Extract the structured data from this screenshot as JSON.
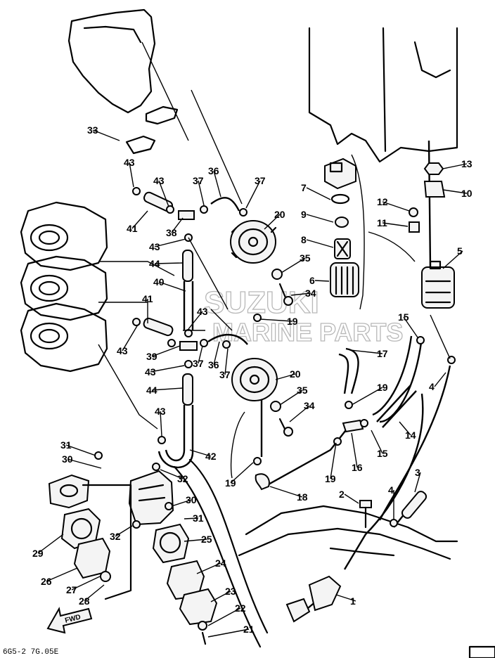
{
  "watermark": {
    "line1": "SUZUKI",
    "line2": "MARINE PARTS"
  },
  "fwd_label": "FWD",
  "footer_code": "6G5-2 7G.05E",
  "callouts": [
    "1",
    "2",
    "3",
    "4",
    "4",
    "5",
    "6",
    "7",
    "8",
    "9",
    "10",
    "11",
    "12",
    "13",
    "14",
    "15",
    "15",
    "16",
    "17",
    "18",
    "19",
    "19",
    "19",
    "19",
    "20",
    "20",
    "21",
    "22",
    "23",
    "24",
    "25",
    "26",
    "27",
    "28",
    "29",
    "30",
    "30",
    "31",
    "31",
    "32",
    "32",
    "33",
    "34",
    "34",
    "35",
    "35",
    "36",
    "36",
    "37",
    "37",
    "37",
    "37",
    "38",
    "39",
    "40",
    "41",
    "41",
    "42",
    "43",
    "43",
    "43",
    "43",
    "43",
    "43",
    "43",
    "44",
    "44"
  ],
  "colors": {
    "line": "#000000",
    "watermark": "#b8b8b8",
    "paper": "#ffffff"
  }
}
